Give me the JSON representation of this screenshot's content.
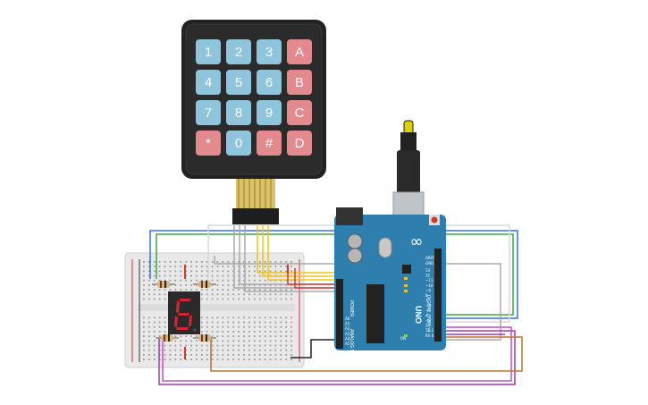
{
  "keypad": {
    "keys": [
      {
        "label": "1",
        "color": "#8ec5dc"
      },
      {
        "label": "2",
        "color": "#8ec5dc"
      },
      {
        "label": "3",
        "color": "#8ec5dc"
      },
      {
        "label": "A",
        "color": "#e38a8e"
      },
      {
        "label": "4",
        "color": "#8ec5dc"
      },
      {
        "label": "5",
        "color": "#8ec5dc"
      },
      {
        "label": "6",
        "color": "#8ec5dc"
      },
      {
        "label": "B",
        "color": "#e38a8e"
      },
      {
        "label": "7",
        "color": "#8ec5dc"
      },
      {
        "label": "8",
        "color": "#8ec5dc"
      },
      {
        "label": "9",
        "color": "#8ec5dc"
      },
      {
        "label": "C",
        "color": "#e38a8e"
      },
      {
        "label": "*",
        "color": "#e38a8e"
      },
      {
        "label": "0",
        "color": "#8ec5dc"
      },
      {
        "label": "#",
        "color": "#e38a8e"
      },
      {
        "label": "D",
        "color": "#e38a8e"
      }
    ]
  },
  "display": {
    "digit": "6",
    "segment_color": "#d6262b"
  },
  "arduino": {
    "model": "UNO",
    "brand_mark": "∞",
    "board_color": "#2f7fae",
    "header_labels": {
      "aref": "AREF",
      "gnd": "GND",
      "digital": "DIGITAL (PWM~)",
      "power": "POWER",
      "analog": "ANALOG IN",
      "tx": "TX",
      "rx": "RX",
      "l": "L",
      "on": "ON"
    },
    "analog_pins": [
      "A0",
      "A1",
      "A2",
      "A3",
      "A4",
      "A5"
    ],
    "digital_pins": [
      "13",
      "12",
      "~11",
      "~10",
      "~9",
      "8",
      "7",
      "~6",
      "~5",
      "4",
      "~3",
      "2",
      "TX 1",
      "RX 0"
    ]
  },
  "wire_colors": {
    "green": "#3ea63e",
    "blue": "#3b6fd8",
    "yellow": "#f0c419",
    "red": "#d23b2c",
    "gray": "#a8a8a8",
    "purple": "#a23ca8",
    "orange": "#b8732f",
    "black": "#222222",
    "white": "#dcdcdc"
  }
}
